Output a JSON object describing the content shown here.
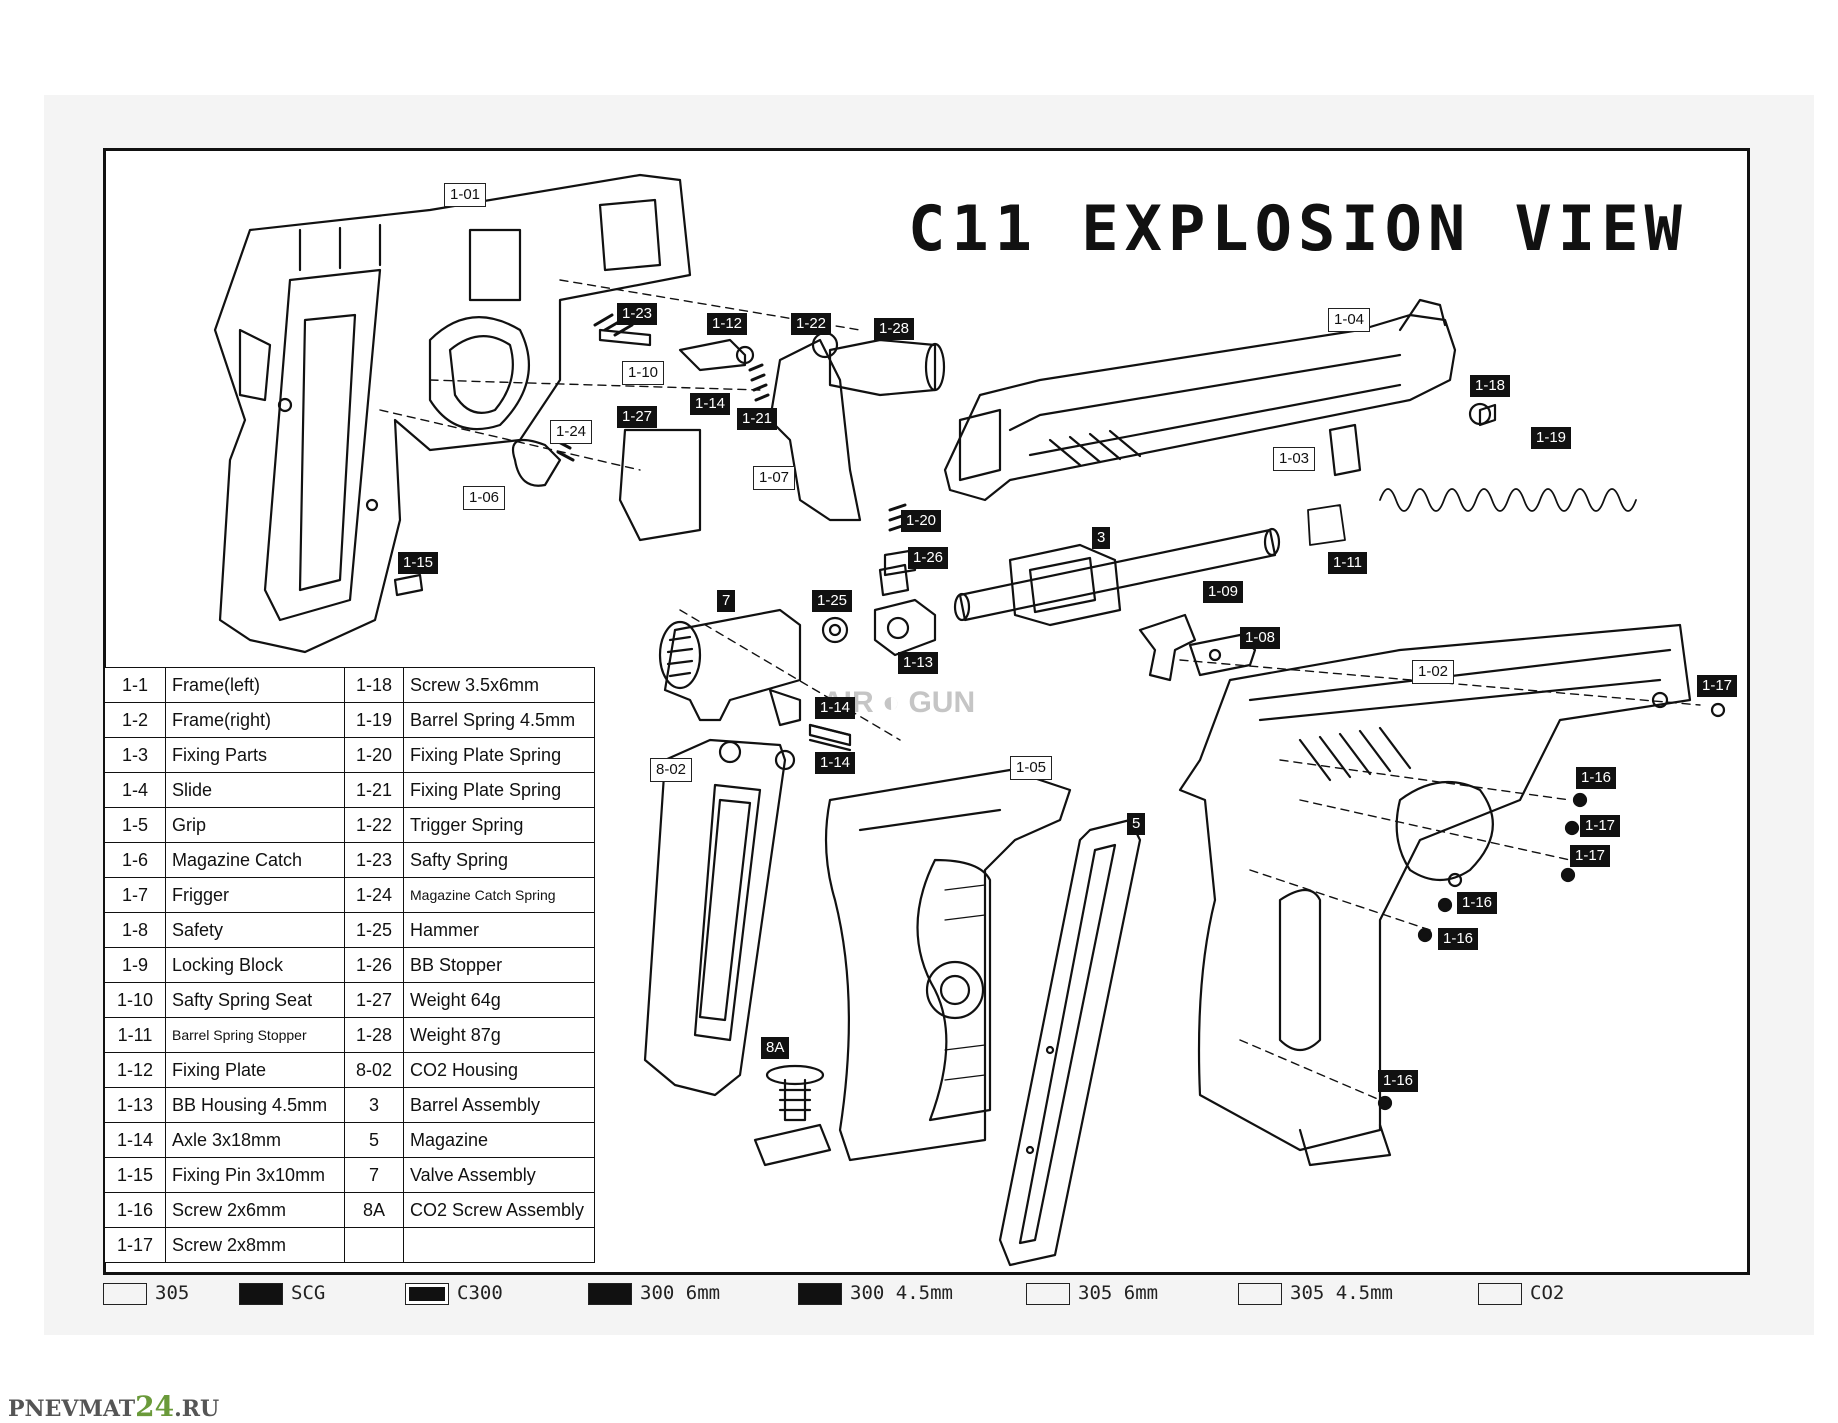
{
  "title": "C11 EXPLOSION VIEW",
  "callouts": {
    "c1_01": "1-01",
    "c1_04": "1-04",
    "c1_23": "1-23",
    "c1_12": "1-12",
    "c1_22": "1-22",
    "c1_28": "1-28",
    "c1_10": "1-10",
    "c1_14a": "1-14",
    "c1_21": "1-21",
    "c1_27": "1-27",
    "c1_24": "1-24",
    "c1_06": "1-06",
    "c1_07": "1-07",
    "c1_18": "1-18",
    "c1_03": "1-03",
    "c1_19": "1-19",
    "c1_20": "1-20",
    "c1_26": "1-26",
    "c3": "3",
    "c1_11": "1-11",
    "c1_15": "1-15",
    "c7": "7",
    "c1_25": "1-25",
    "c1_13": "1-13",
    "c1_09": "1-09",
    "c1_08": "1-08",
    "c1_02": "1-02",
    "c1_17a": "1-17",
    "c1_14b": "1-14",
    "c1_14c": "1-14",
    "c8_02": "8-02",
    "c1_05": "1-05",
    "c5": "5",
    "c1_16a": "1-16",
    "c1_17b": "1-17",
    "c1_17c": "1-17",
    "c1_16b": "1-16",
    "c1_16c": "1-16",
    "c8a": "8A",
    "c1_16d": "1-16"
  },
  "parts_table": [
    {
      "n1": "1-1",
      "d1": "Frame(left)",
      "n2": "1-18",
      "d2": "Screw 3.5x6mm"
    },
    {
      "n1": "1-2",
      "d1": "Frame(right)",
      "n2": "1-19",
      "d2": "Barrel Spring 4.5mm"
    },
    {
      "n1": "1-3",
      "d1": "Fixing Parts",
      "n2": "1-20",
      "d2": "Fixing Plate Spring"
    },
    {
      "n1": "1-4",
      "d1": "Slide",
      "n2": "1-21",
      "d2": "Fixing Plate Spring"
    },
    {
      "n1": "1-5",
      "d1": "Grip",
      "n2": "1-22",
      "d2": "Trigger Spring"
    },
    {
      "n1": "1-6",
      "d1": "Magazine Catch",
      "n2": "1-23",
      "d2": "Safty Spring"
    },
    {
      "n1": "1-7",
      "d1": "Frigger",
      "n2": "1-24",
      "d2": "Magazine Catch Spring"
    },
    {
      "n1": "1-8",
      "d1": "Safety",
      "n2": "1-25",
      "d2": "Hammer"
    },
    {
      "n1": "1-9",
      "d1": "Locking Block",
      "n2": "1-26",
      "d2": "BB Stopper"
    },
    {
      "n1": "1-10",
      "d1": "Safty Spring Seat",
      "n2": "1-27",
      "d2": "Weight 64g"
    },
    {
      "n1": "1-11",
      "d1": "Barrel Spring Stopper",
      "n2": "1-28",
      "d2": "Weight 87g"
    },
    {
      "n1": "1-12",
      "d1": "Fixing Plate",
      "n2": "8-02",
      "d2": "CO2 Housing"
    },
    {
      "n1": "1-13",
      "d1": "BB Housing 4.5mm",
      "n2": "3",
      "d2": "Barrel Assembly"
    },
    {
      "n1": "1-14",
      "d1": "Axle 3x18mm",
      "n2": "5",
      "d2": "Magazine"
    },
    {
      "n1": "1-15",
      "d1": "Fixing Pin 3x10mm",
      "n2": "7",
      "d2": "Valve Assembly"
    },
    {
      "n1": "1-16",
      "d1": "Screw 2x6mm",
      "n2": "8A",
      "d2": "CO2 Screw Assembly"
    },
    {
      "n1": "1-17",
      "d1": "Screw 2x8mm",
      "n2": "",
      "d2": ""
    }
  ],
  "legend": [
    {
      "label": "305",
      "style": "outline"
    },
    {
      "label": "SCG",
      "style": "filled"
    },
    {
      "label": "C300",
      "style": "framed"
    },
    {
      "label": "300 6mm",
      "style": "filled"
    },
    {
      "label": "300 4.5mm",
      "style": "filled"
    },
    {
      "label": "305 6mm",
      "style": "outline"
    },
    {
      "label": "305 4.5mm",
      "style": "outline"
    },
    {
      "label": "CO2",
      "style": "outline"
    }
  ],
  "watermark": {
    "prefix": "PNEVMAT",
    "highlight": "24",
    "suffix": ".RU"
  },
  "logo": {
    "left": "AIR",
    "right": "GUN"
  }
}
